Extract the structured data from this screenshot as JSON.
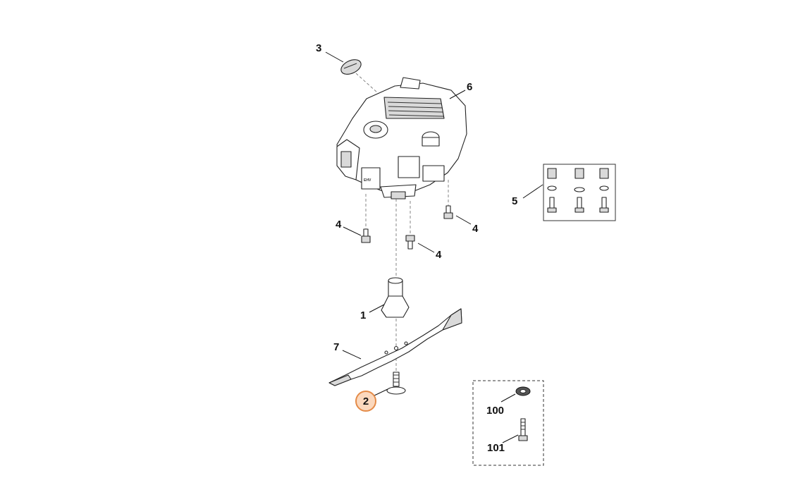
{
  "callouts": {
    "c1": "1",
    "c2": "2",
    "c3": "3",
    "c4a": "4",
    "c4b": "4",
    "c4c": "4",
    "c5": "5",
    "c6": "6",
    "c7": "7",
    "c100": "100",
    "c101": "101"
  },
  "highlight": {
    "selected_part": "2",
    "ring_color": "#e48b48",
    "fill_color": "#fbd8bd"
  },
  "engine_marks": {
    "badge": "EHV"
  },
  "icons": [
    "stihl-badge-icon",
    "engine-icon",
    "blade-adapter-icon",
    "mower-blade-icon",
    "blade-bolt-icon",
    "hex-bolt-icon",
    "lock-washer-icon",
    "long-bolt-icon"
  ]
}
